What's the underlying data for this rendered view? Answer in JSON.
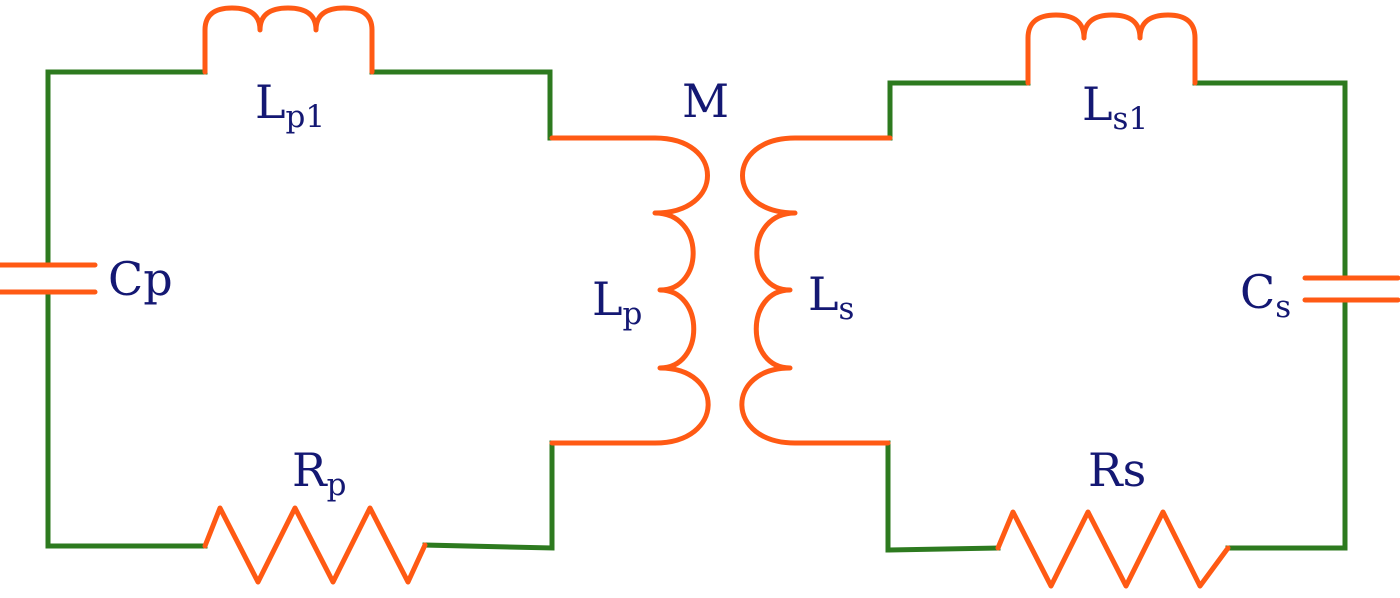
{
  "colors": {
    "wire": "#2d7a1f",
    "component": "#ff5a14",
    "label": "#141873"
  },
  "labels": {
    "mutual": "M",
    "lp1_main": "L",
    "lp1_sub": "p1",
    "cp": "Cp",
    "lp_main": "L",
    "lp_sub": "p",
    "rp_main": "R",
    "rp_sub": "p",
    "ls1_main": "L",
    "ls1_sub": "s1",
    "ls_main": "L",
    "ls_sub": "s",
    "cs_main": "C",
    "cs_sub": "s",
    "rs": "Rs"
  },
  "icons": [
    "inductor-icon",
    "capacitor-icon",
    "resistor-icon",
    "transformer-icon"
  ]
}
